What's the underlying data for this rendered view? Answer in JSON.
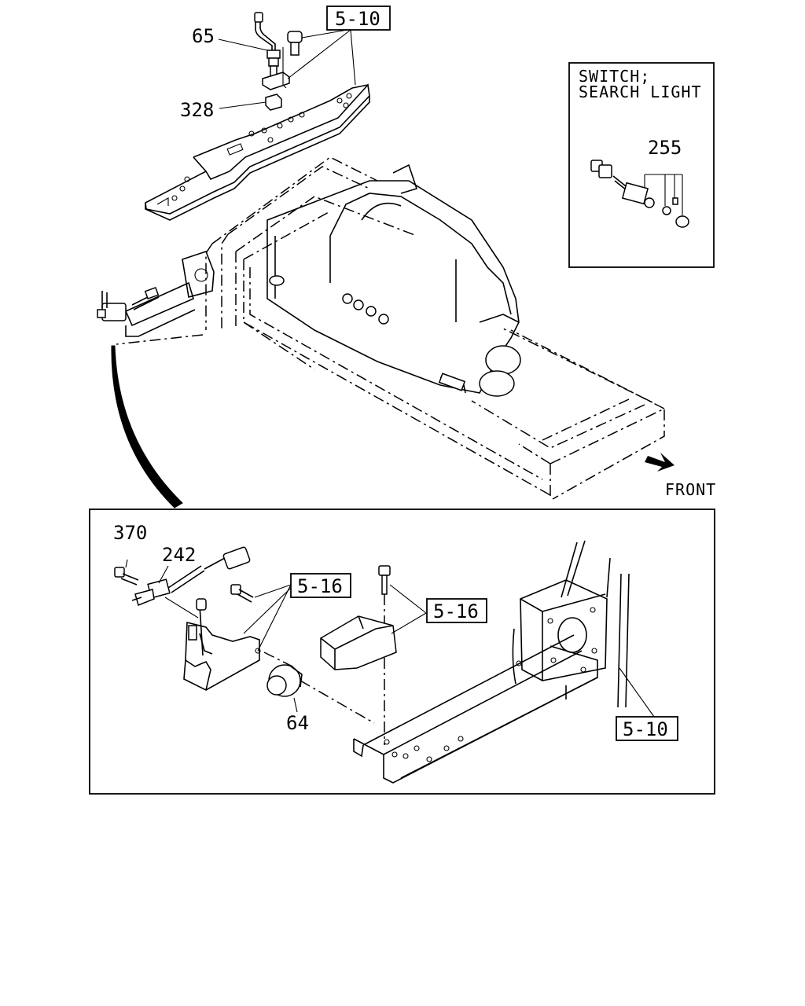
{
  "callouts": {
    "c65": "65",
    "c328": "328",
    "c255": "255",
    "c370": "370",
    "c242": "242",
    "c64": "64"
  },
  "references": {
    "ref_top": "5-10",
    "ref_mid_left": "5-16",
    "ref_mid_right": "5-16",
    "ref_bottom": "5-10"
  },
  "inset": {
    "title_line1": "SWITCH;",
    "title_line2": "SEARCH LIGHT"
  },
  "direction": {
    "front_label": "FRONT"
  }
}
